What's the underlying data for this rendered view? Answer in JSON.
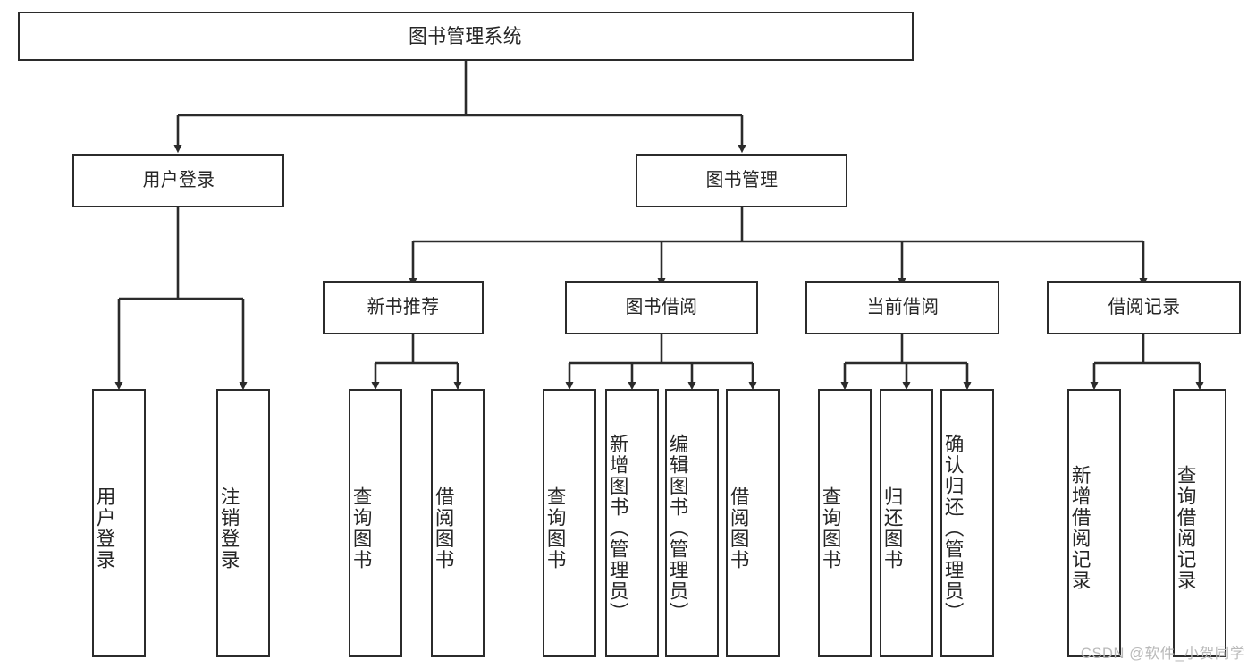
{
  "diagram": {
    "title": "图书管理系统",
    "type": "tree-hierarchy-diagram",
    "watermark": "CSDN @软件_小贺同学",
    "colors": {
      "box_border": "#2b2b2b",
      "box_fill": "#ffffff",
      "text": "#262626",
      "edge": "#2b2b2b",
      "watermark": "#b9b9b9",
      "background": "#ffffff"
    }
  },
  "nodes": {
    "root": {
      "label": "图书管理系统"
    },
    "level1": [
      {
        "id": "user-login",
        "label": "用户登录"
      },
      {
        "id": "book-manage",
        "label": "图书管理"
      }
    ],
    "level2": [
      {
        "id": "new-book-recommend",
        "label": "新书推荐"
      },
      {
        "id": "book-borrow",
        "label": "图书借阅"
      },
      {
        "id": "current-borrow",
        "label": "当前借阅"
      },
      {
        "id": "borrow-record",
        "label": "借阅记录"
      }
    ],
    "leaves": {
      "user-login": [
        {
          "id": "leaf-user-login",
          "label": "用户登录"
        },
        {
          "id": "leaf-logout-login",
          "label": "注销登录"
        }
      ],
      "new-book-recommend": [
        {
          "id": "leaf-query-book-1",
          "label": "查询图书"
        },
        {
          "id": "leaf-borrow-book-1",
          "label": "借阅图书"
        }
      ],
      "book-borrow": [
        {
          "id": "leaf-query-book-2",
          "label": "查询图书"
        },
        {
          "id": "leaf-add-book",
          "label": "新增图书（管理员）"
        },
        {
          "id": "leaf-edit-book",
          "label": "编辑图书（管理员）"
        },
        {
          "id": "leaf-borrow-book-2",
          "label": "借阅图书"
        }
      ],
      "current-borrow": [
        {
          "id": "leaf-query-book-3",
          "label": "查询图书"
        },
        {
          "id": "leaf-return-book",
          "label": "归还图书"
        },
        {
          "id": "leaf-confirm-return",
          "label": "确认归还（管理员）"
        }
      ],
      "borrow-record": [
        {
          "id": "leaf-add-record",
          "label": "新增借阅记录"
        },
        {
          "id": "leaf-query-record",
          "label": "查询借阅记录"
        }
      ]
    }
  }
}
